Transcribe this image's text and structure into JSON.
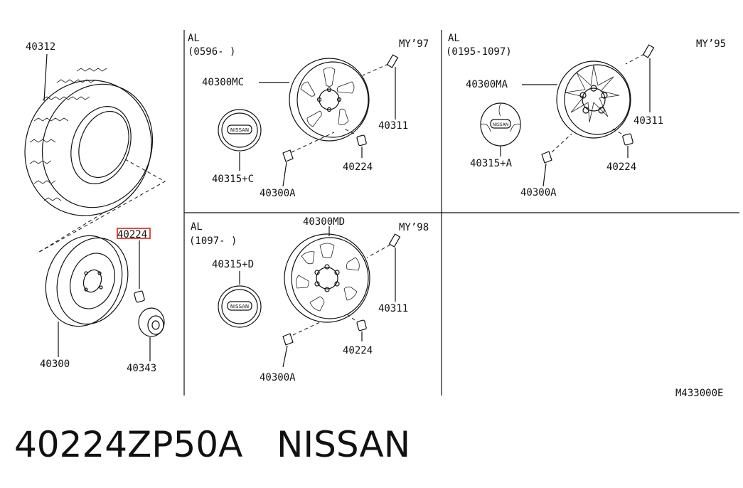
{
  "diagram": {
    "labels": {
      "p40312": "40312",
      "p40300": "40300",
      "p40224_left": "40224",
      "p40343": "40343",
      "p1_alloy": "AL",
      "p1_range": "(0596-      )",
      "p1_my": "MY’97",
      "p1_wheel": "40300MC",
      "p1_bolt": "40311",
      "p1_nut": "40224",
      "p1_cap": "40315+C",
      "p1_weight": "40300A",
      "p2_alloy": "AL",
      "p2_range": "(0195-1097)",
      "p2_my": "MY’95",
      "p2_wheel": "40300MA",
      "p2_bolt": "40311",
      "p2_nut": "40224",
      "p2_cap": "40315+A",
      "p2_weight": "40300A",
      "p3_alloy": "AL",
      "p3_range": "(1097-      )",
      "p3_my": "MY’98",
      "p3_wheel": "40300MD",
      "p3_bolt": "40311",
      "p3_nut": "40224",
      "p3_cap": "40315+D",
      "p3_weight": "40300A",
      "diagram_code": "M433000E"
    },
    "highlight_color": "#e0201a"
  },
  "caption": {
    "part_number": "40224ZP50A",
    "brand": "NISSAN"
  }
}
